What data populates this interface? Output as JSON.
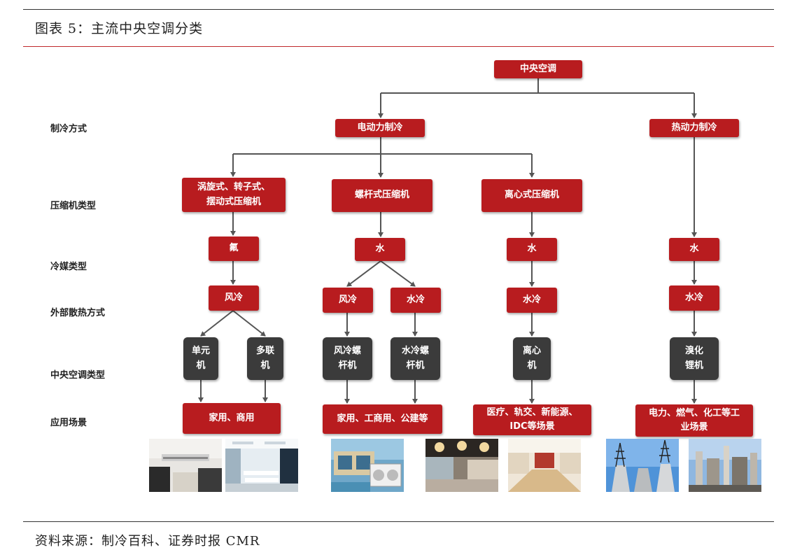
{
  "header": {
    "title": "图表 5：主流中央空调分类"
  },
  "footer": {
    "source": "资料来源：制冷百科、证券时报 CMR"
  },
  "row_labels": {
    "cooling_method": "制冷方式",
    "compressor_type": "压缩机类型",
    "refrigerant_type": "冷媒类型",
    "heat_dissipation": "外部散热方式",
    "ac_type": "中央空调类型",
    "application": "应用场景"
  },
  "nodes": {
    "root": "中央空调",
    "electric": "电动力制冷",
    "thermal": "热动力制冷",
    "comp_scroll": "涡旋式、转子式、\n摆动式压缩机",
    "comp_screw": "螺杆式压缩机",
    "comp_centrifugal": "离心式压缩机",
    "ref_freon": "氟",
    "ref_water_screw": "水",
    "ref_water_centrifugal": "水",
    "ref_water_thermal": "水",
    "heat_air_1": "风冷",
    "heat_air_2": "风冷",
    "heat_water_2": "水冷",
    "heat_water_3": "水冷",
    "heat_water_4": "水冷",
    "type_single": "单元\n机",
    "type_multi": "多联\n机",
    "type_air_screw": "风冷螺\n杆机",
    "type_water_screw": "水冷螺\n杆机",
    "type_centrifugal": "离心\n机",
    "type_absorption": "溴化\n锂机",
    "app_home": "家用、商用",
    "app_industry": "家用、工商用、公建等",
    "app_medical": "医疗、轨交、新能源、\nIDC等场景",
    "app_power": "电力、燃气、化工等工\n业场景"
  },
  "colors": {
    "accent_red": "#b81c1f",
    "dark_node": "#3b3b3b",
    "rule_red": "#c0282b"
  }
}
